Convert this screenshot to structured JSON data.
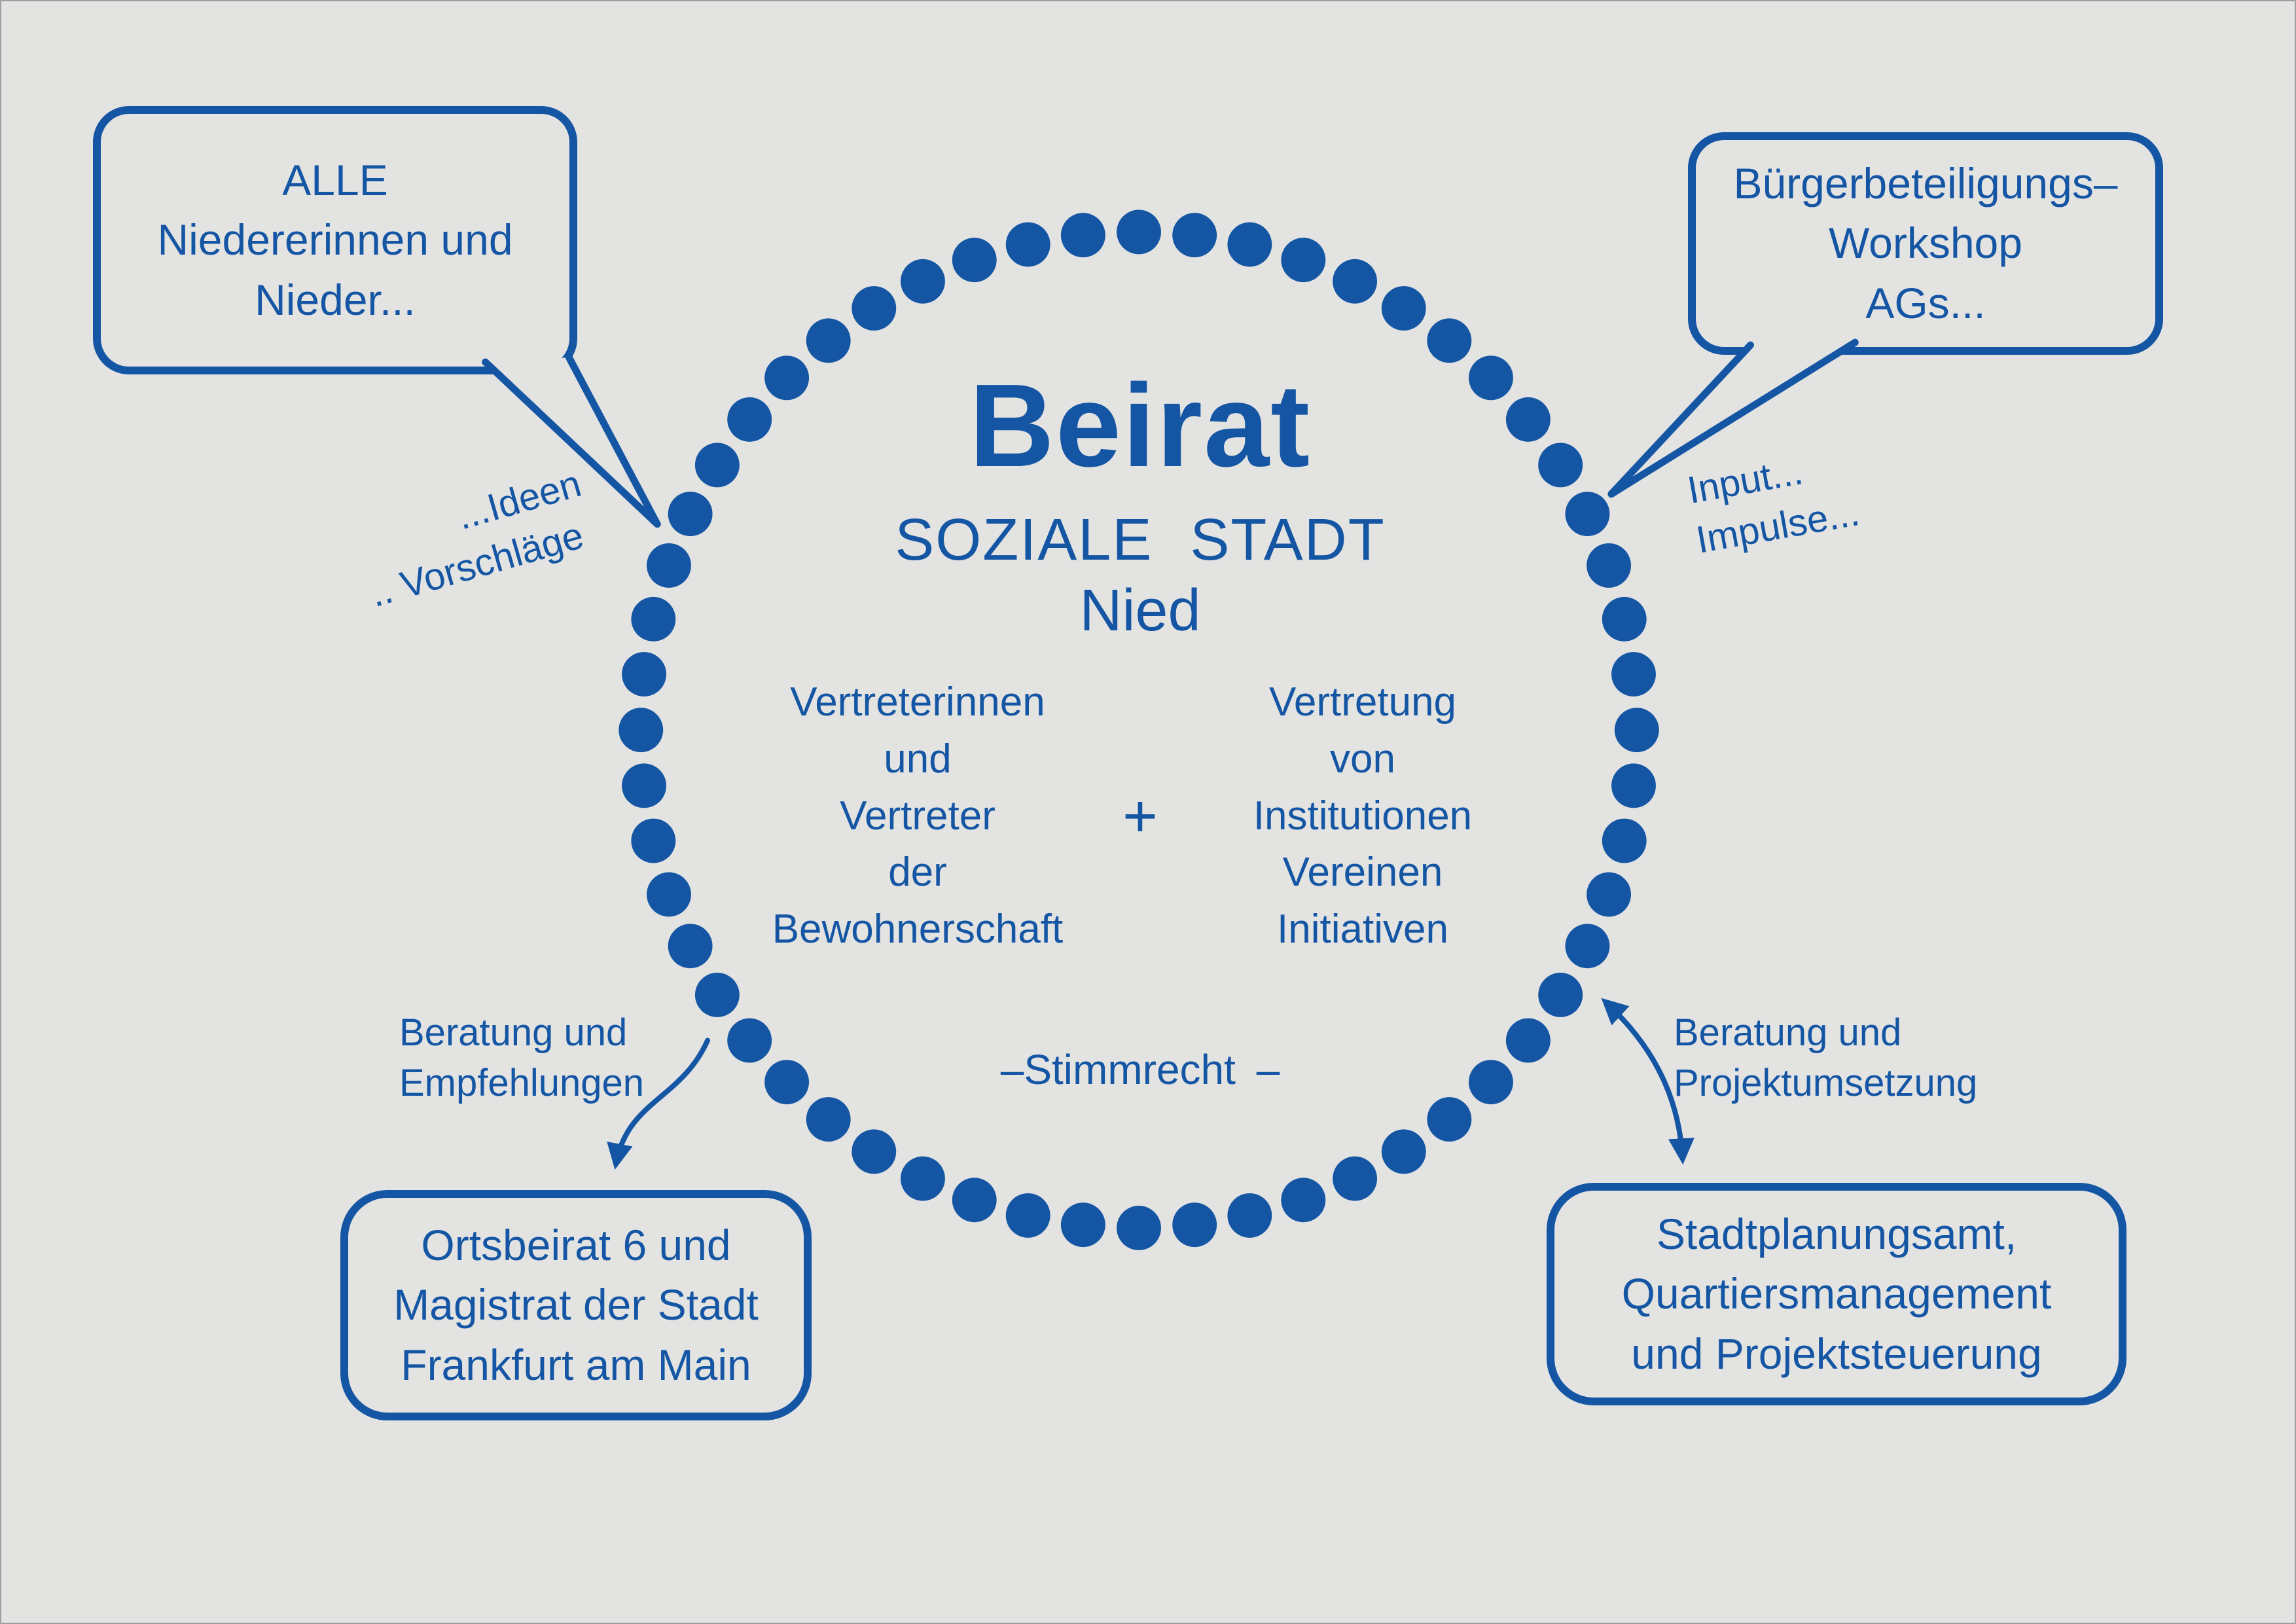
{
  "colors": {
    "blue": "#1456a4",
    "background": "#e3e3e2"
  },
  "circle": {
    "title": "Beirat",
    "subtitle_line1": "SOZIALE STADT",
    "subtitle_line2": "Nied",
    "left_column": [
      "Vertreterinnen",
      "und",
      "Vertreter",
      "der",
      "Bewohnerschaft"
    ],
    "plus_sign": "+",
    "right_column": [
      "Vertretung",
      "von",
      "Institutionen",
      "Vereinen",
      "Initiativen"
    ],
    "voting_note": "–Stimmrecht –"
  },
  "bubbles": {
    "top_left": {
      "lines": [
        "ALLE",
        "Niedererinnen und",
        "Nieder..."
      ]
    },
    "top_right": {
      "lines": [
        "Bürgerbeteiligungs–",
        "Workshop",
        "AGs..."
      ]
    },
    "bottom_left": {
      "lines": [
        "Ortsbeirat 6 und",
        "Magistrat der Stadt",
        "Frankfurt am Main"
      ]
    },
    "bottom_right": {
      "lines": [
        "Stadtplanungsamt,",
        "Quartiersmanagement",
        "und Projektsteuerung"
      ]
    }
  },
  "labels": {
    "ideen": {
      "lines": [
        "...Ideen",
        ".. Vorschläge"
      ]
    },
    "input": {
      "lines": [
        "Input...",
        "Impulse..."
      ]
    },
    "beratung_left": {
      "lines": [
        "Beratung und",
        "Empfehlungen"
      ]
    },
    "beratung_right": {
      "lines": [
        "Beratung und",
        "Projektumsetzung"
      ]
    }
  }
}
